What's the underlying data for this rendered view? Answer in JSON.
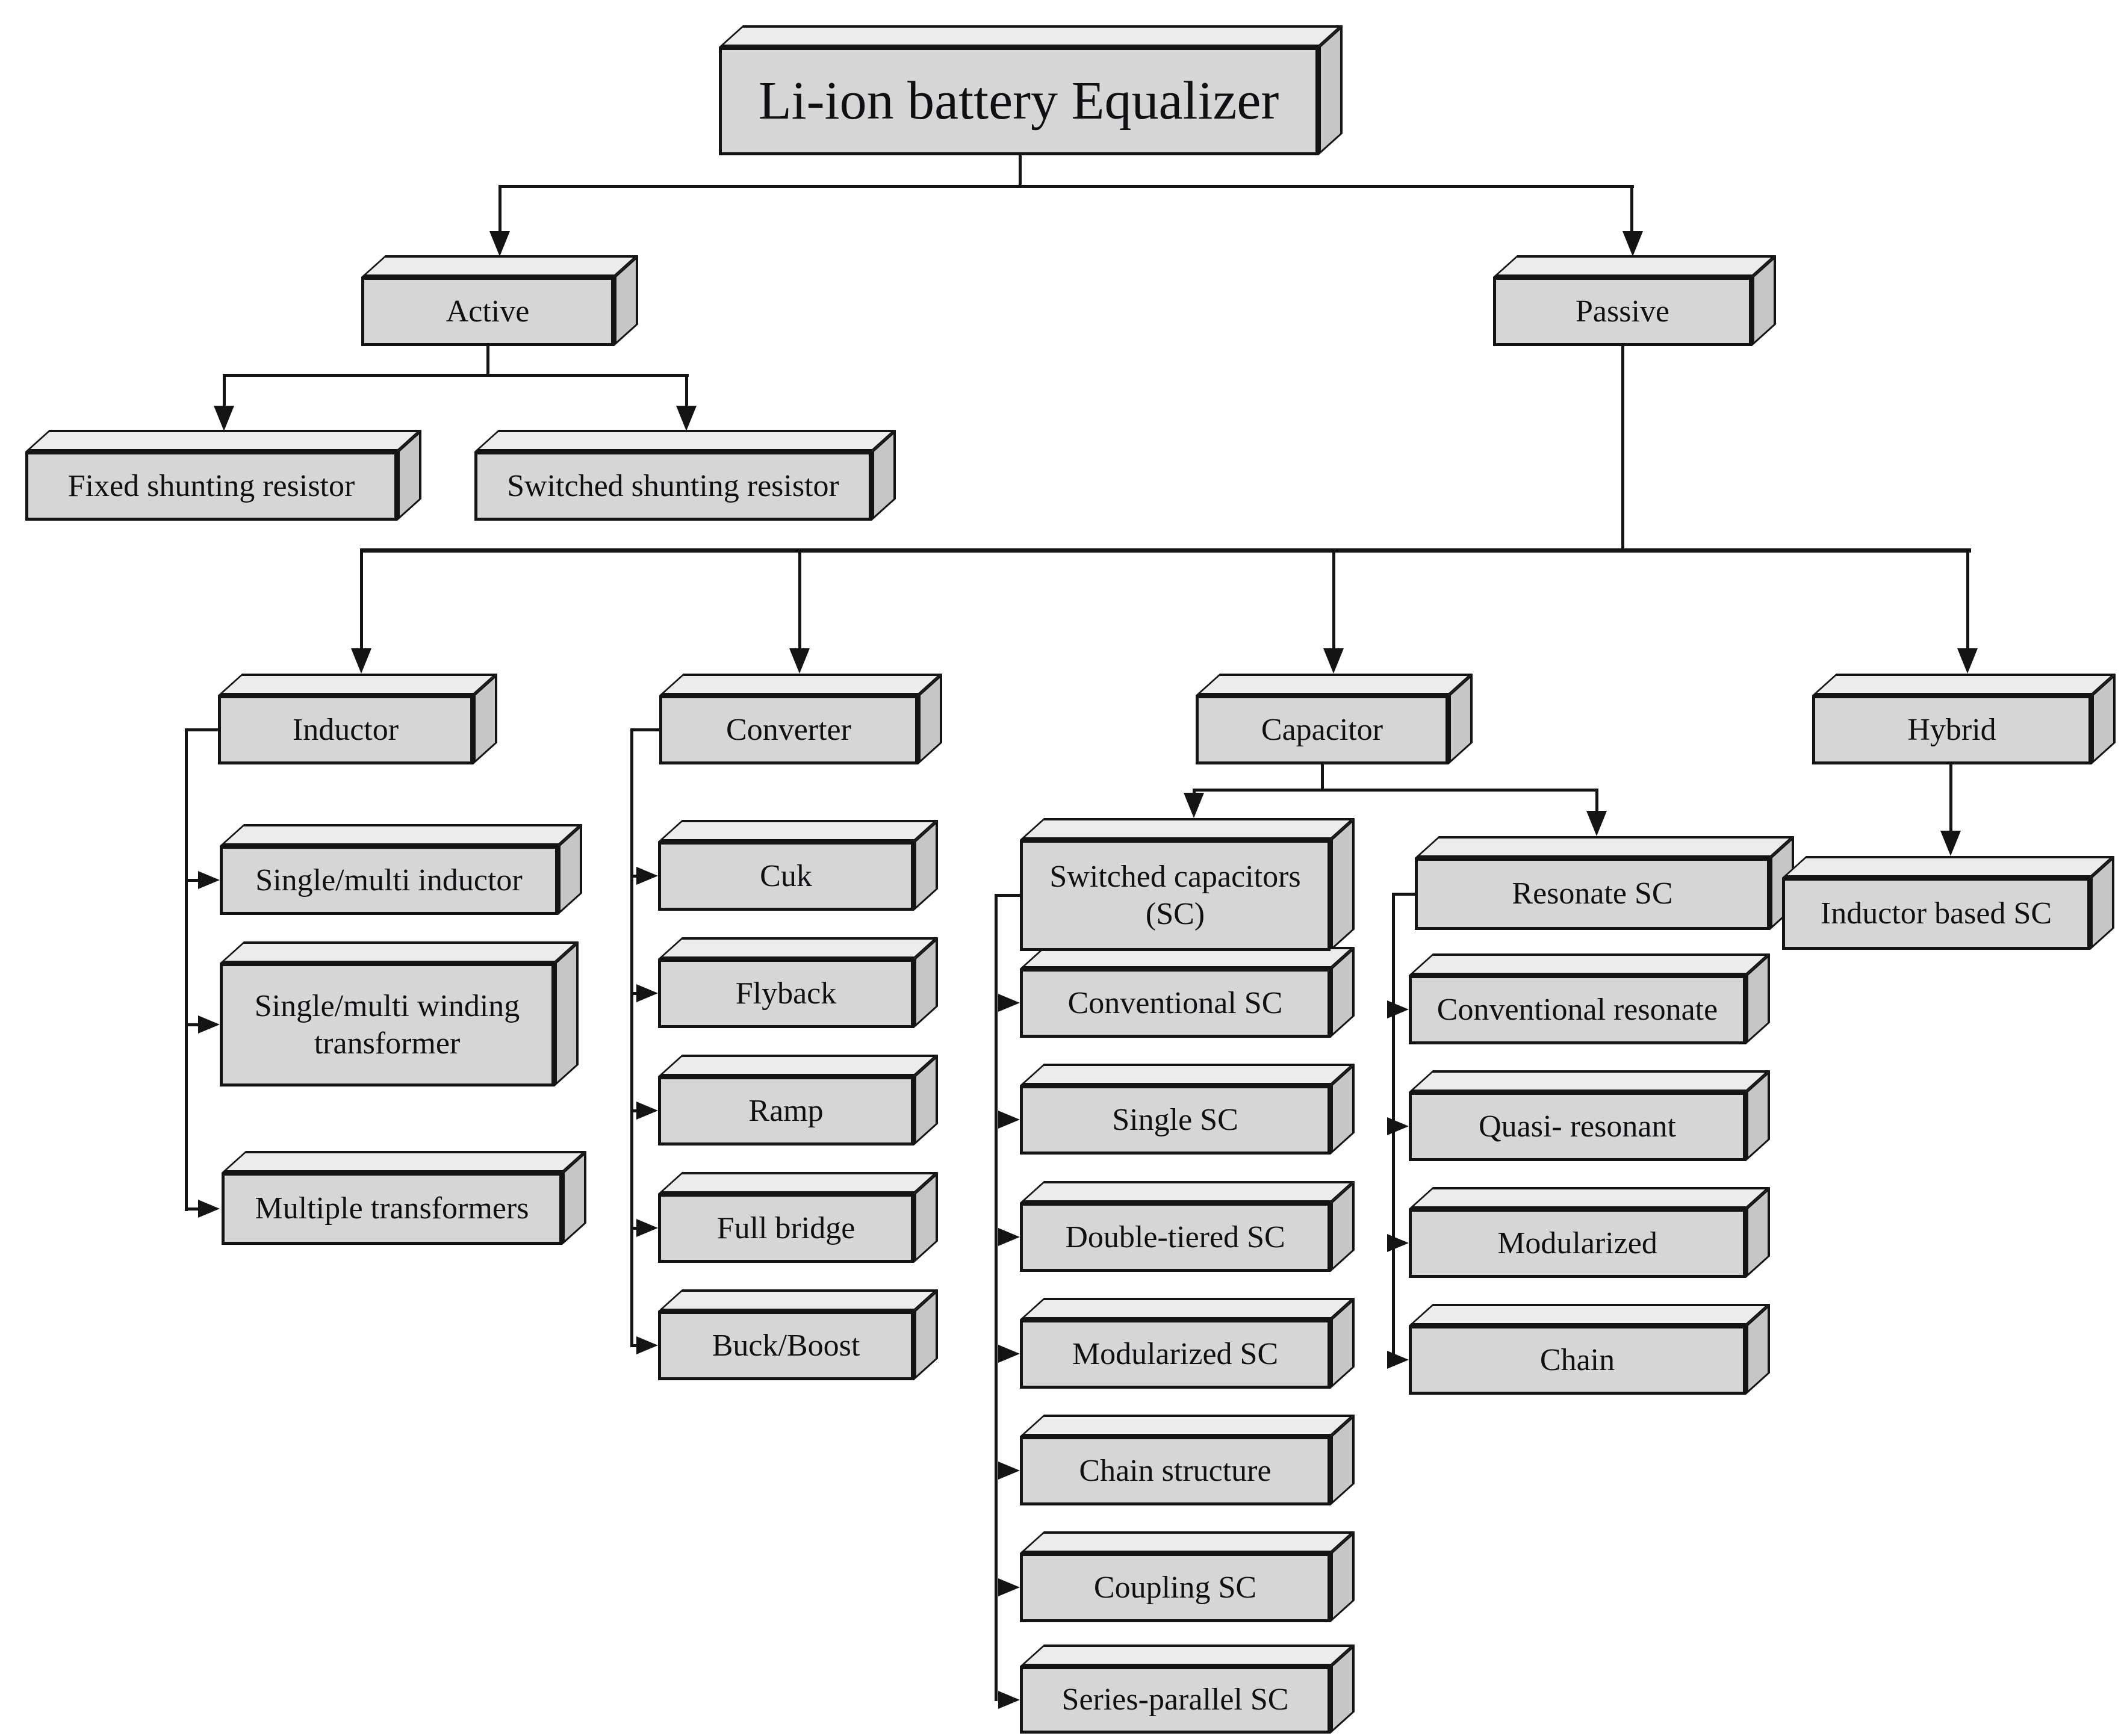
{
  "title": "Li-ion battery Equalizer taxonomy diagram",
  "nodes": {
    "root": "Li-ion battery Equalizer",
    "active": "Active",
    "passive": "Passive",
    "fixed_shunting_resistor": "Fixed shunting resistor",
    "switched_shunting_resistor": "Switched shunting resistor",
    "inductor": "Inductor",
    "converter": "Converter",
    "capacitor": "Capacitor",
    "hybrid": "Hybrid",
    "single_multi_inductor": "Single/multi inductor",
    "single_multi_winding_transformer": "Single/multi winding transformer",
    "multiple_transformers": "Multiple transformers",
    "cuk": "Cuk",
    "flyback": "Flyback",
    "ramp": "Ramp",
    "full_bridge": "Full bridge",
    "buck_boost": "Buck/Boost",
    "switched_capacitors_sc": "Switched capacitors (SC)",
    "conventional_sc": "Conventional SC",
    "single_sc": "Single SC",
    "double_tiered_sc": "Double-tiered SC",
    "modularized_sc": "Modularized SC",
    "chain_structure": "Chain structure",
    "coupling_sc": "Coupling SC",
    "series_parallel_sc": "Series-parallel SC",
    "resonate_sc": "Resonate SC",
    "conventional_resonate": "Conventional resonate",
    "quasi_resonant": "Quasi- resonant",
    "modularized": "Modularized",
    "chain": "Chain",
    "inductor_based_sc": "Inductor based SC"
  },
  "structure": {
    "Li-ion battery Equalizer": [
      "Active",
      "Passive"
    ],
    "Active": [
      "Fixed shunting resistor",
      "Switched shunting resistor"
    ],
    "Passive": [
      "Inductor",
      "Converter",
      "Capacitor",
      "Hybrid"
    ],
    "Inductor": [
      "Single/multi inductor",
      "Single/multi winding transformer",
      "Multiple transformers"
    ],
    "Converter": [
      "Cuk",
      "Flyback",
      "Ramp",
      "Full bridge",
      "Buck/Boost"
    ],
    "Capacitor": [
      "Switched capacitors (SC)",
      "Resonate SC"
    ],
    "Switched capacitors (SC)": [
      "Conventional SC",
      "Single SC",
      "Double-tiered SC",
      "Modularized SC",
      "Chain structure",
      "Coupling SC",
      "Series-parallel SC"
    ],
    "Resonate SC": [
      "Conventional resonate",
      "Quasi- resonant",
      "Modularized",
      "Chain"
    ],
    "Hybrid": [
      "Inductor based SC"
    ]
  },
  "colors": {
    "box_front": "#d6d6d6",
    "box_top": "#ececec",
    "box_side": "#c6c6c6",
    "border": "#141414",
    "line": "#141414",
    "text": "#101014",
    "background": "#ffffff"
  }
}
